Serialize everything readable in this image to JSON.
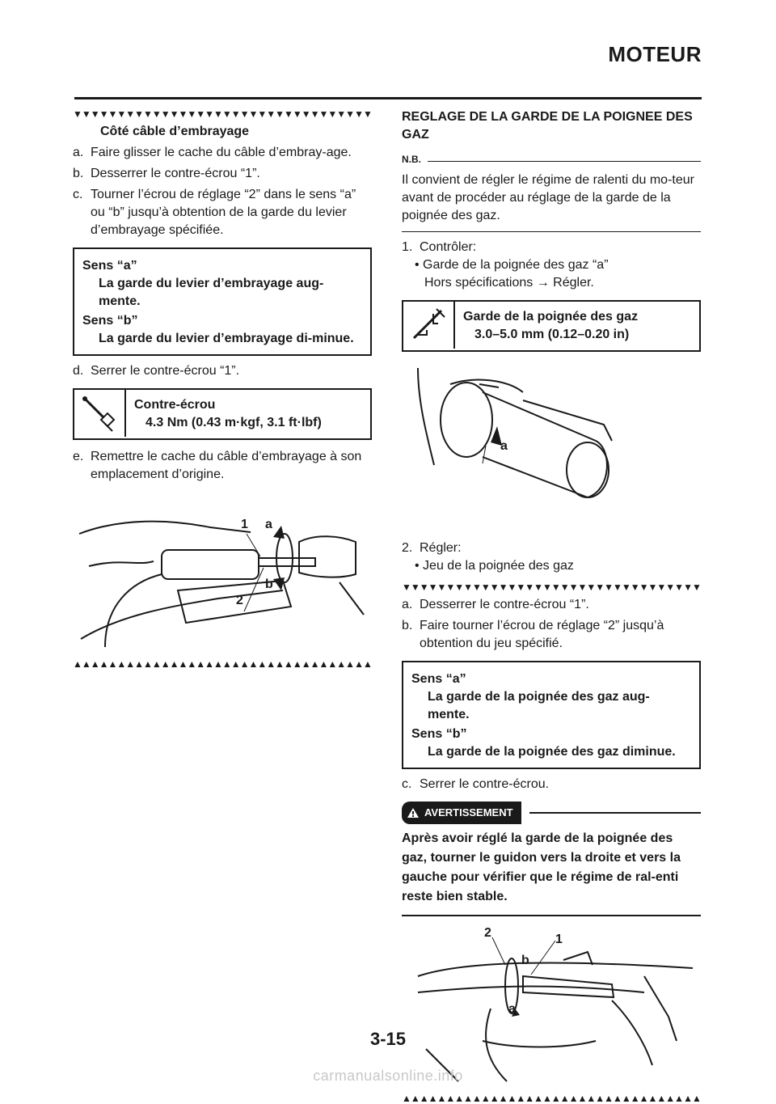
{
  "header": {
    "title": "MOTEUR"
  },
  "left": {
    "marks_top": "▼▼▼▼▼▼▼▼▼▼▼▼▼▼▼▼▼▼▼▼▼▼▼▼▼▼▼▼▼▼▼▼▼▼▼▼",
    "subtitle": "Côté câble d’embrayage",
    "steps_a_c": [
      {
        "label": "a.",
        "text": "Faire glisser le cache du câble d’embray-age."
      },
      {
        "label": "b.",
        "text": "Desserrer le contre-écrou “1”."
      },
      {
        "label": "c.",
        "text": "Tourner l’écrou de réglage “2” dans le sens “a” ou “b” jusqu’à obtention de la garde du levier d’embrayage spécifiée."
      }
    ],
    "sens_box": {
      "a_label": "Sens “a”",
      "a_text": "La garde du levier d’embrayage aug-mente.",
      "b_label": "Sens “b”",
      "b_text": "La garde du levier d’embrayage di-minue."
    },
    "step_d": {
      "label": "d.",
      "text": "Serrer le contre-écrou “1”."
    },
    "torque_box": {
      "icon": "torque-wrench-icon",
      "name": "Contre-écrou",
      "value": "4.3 Nm (0.43 m·kgf, 3.1 ft·lbf)"
    },
    "step_e": {
      "label": "e.",
      "text": "Remettre le cache du câble d’embrayage à son emplacement d’origine."
    },
    "figure_callouts": {
      "c1": "1",
      "ca": "a",
      "cb": "b",
      "c2": "2"
    },
    "marks_bottom": "▲▲▲▲▲▲▲▲▲▲▲▲▲▲▲▲▲▲▲▲▲▲▲▲▲▲▲▲▲▲▲▲▲▲▲▲"
  },
  "right": {
    "section_title": "REGLAGE DE LA GARDE DE LA POIGNEE DES GAZ",
    "nb_label": "N.B.",
    "nb_text": "Il convient de régler le régime de ralenti du mo-teur avant de procéder au réglage de la garde de la poignée des gaz.",
    "step1": {
      "label": "1.",
      "text": "Contrôler:",
      "bullet": "• Garde de la poignée des gaz “a”",
      "action": "Hors spécifications → Régler."
    },
    "spec_box": {
      "icon": "caliper-icon",
      "name": "Garde de la poignée des gaz",
      "value": "3.0–5.0 mm (0.12–0.20 in)"
    },
    "figure1_callouts": {
      "ca": "a"
    },
    "step2": {
      "label": "2.",
      "text": "Régler:",
      "bullet": "• Jeu de la poignée des gaz"
    },
    "marks_top": "▼▼▼▼▼▼▼▼▼▼▼▼▼▼▼▼▼▼▼▼▼▼▼▼▼▼▼▼▼▼▼▼▼▼▼▼",
    "steps_a_b": [
      {
        "label": "a.",
        "text": "Desserrer le contre-écrou “1”."
      },
      {
        "label": "b.",
        "text": "Faire tourner l’écrou de réglage “2” jusqu’à obtention du jeu spécifié."
      }
    ],
    "sens_box": {
      "a_label": "Sens “a”",
      "a_text": "La garde de la poignée des gaz aug-mente.",
      "b_label": "Sens “b”",
      "b_text": "La garde de la poignée des gaz diminue."
    },
    "step_c": {
      "label": "c.",
      "text": "Serrer le contre-écrou."
    },
    "warning": {
      "label": "AVERTISSEMENT",
      "text": "Après avoir réglé la garde de la poignée des gaz, tourner le guidon vers la droite et vers la gauche pour vérifier que le régime de ral-enti reste bien stable."
    },
    "figure2_callouts": {
      "c2": "2",
      "c1": "1",
      "cb": "b",
      "ca": "a"
    },
    "marks_bottom": "▲▲▲▲▲▲▲▲▲▲▲▲▲▲▲▲▲▲▲▲▲▲▲▲▲▲▲▲▲▲▲▲▲▲▲▲"
  },
  "footer": {
    "page_number": "3-15",
    "watermark": "carmanualsonline.info"
  }
}
